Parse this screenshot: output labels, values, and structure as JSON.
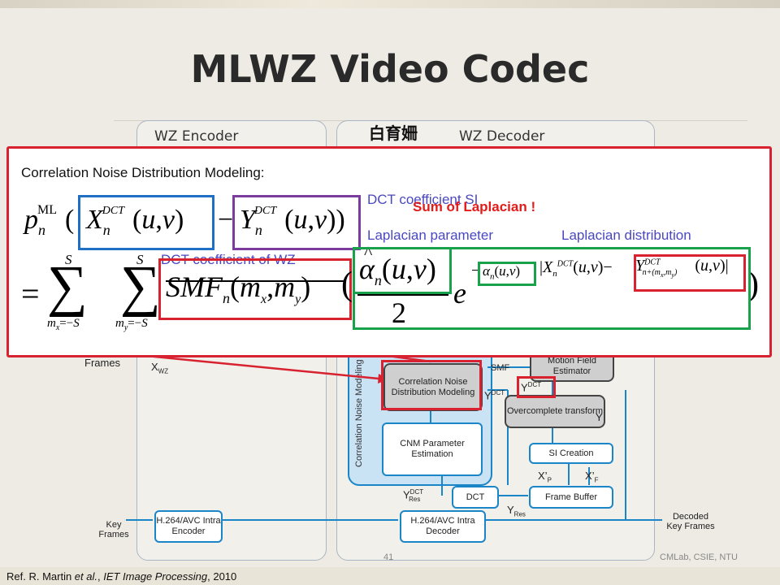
{
  "slide": {
    "title": "MLWZ Video Codec",
    "author": "白育姍",
    "page_number": "41",
    "lab": "CMLab, CSIE, NTU"
  },
  "reference": {
    "prefix": "Ref. R. Martin ",
    "etal": "et al.",
    "mid": ", ",
    "journal": "IET Image Processing",
    "suffix": ", 2010"
  },
  "diagram": {
    "encoder_title": "WZ Encoder",
    "decoder_title": "WZ Decoder",
    "frames_left": "Frames",
    "x_wz": "X",
    "x_wz_sub": "WZ",
    "cnm": "Correlation Noise Distribution Modeling",
    "cnm_group": "Correlation Noise Modeling",
    "cnm_param": "CNM Parameter Estimation",
    "motion_field": "Motion Field Estimator",
    "overcomplete": "Overcomplete transform",
    "si_creation": "SI Creation",
    "frame_buffer": "Frame Buffer",
    "dct": "DCT",
    "h264_enc": "H.264/AVC Intra Encoder",
    "h264_dec": "H.264/AVC Intra Decoder",
    "key_frames": "Key Frames",
    "decoded_key_frames": "Decoded Key Frames",
    "smf": "SMF",
    "y_dct": "Y",
    "y_dct_sup": "DCT",
    "y": "Y",
    "xp": "X’",
    "xp_sub": "P",
    "xf": "X’",
    "xf_sub": "F",
    "y_res": "Y",
    "y_res_sub": "Res",
    "y_dct_res": "Y",
    "y_dct_res_sup": "DCT",
    "y_dct_res_sub": "Res"
  },
  "callout": {
    "heading": "Correlation Noise Distribution Modeling:",
    "dct_si": "DCT coefficient SI",
    "sum_of_laplacian": "Sum of Laplacian !",
    "laplacian_parameter": "Laplacian parameter",
    "laplacian_distribution": "Laplacian distribution",
    "dct_wz": "DCT coefficient of WZ"
  },
  "colors": {
    "callout_border": "#d8222f",
    "blue_box": "#1f6fc4",
    "purple_box": "#7a3d9e",
    "red_box": "#d8222f",
    "green_box": "#1aa14b",
    "label_blue": "#4a48c0",
    "label_red": "#e21b1b"
  }
}
